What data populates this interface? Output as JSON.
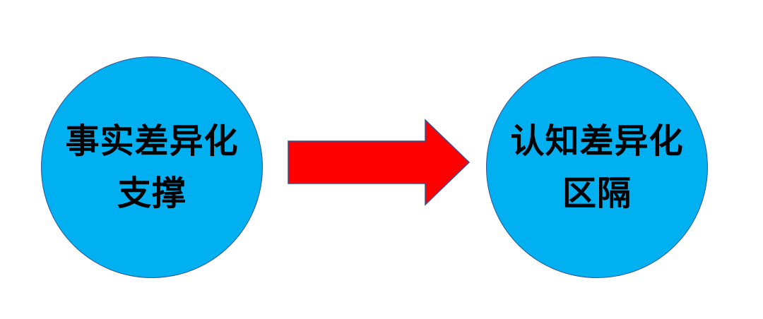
{
  "diagram": {
    "left_node": {
      "line1": "事实差异化",
      "line2": "支撑"
    },
    "right_node": {
      "line1": "认知差异化",
      "line2": "区隔"
    },
    "colors": {
      "node_fill": "#00b0f0",
      "node_border": "#2f5597",
      "arrow_fill": "#ff0000",
      "arrow_border": "#2f5597",
      "text": "#000000",
      "background": "#ffffff"
    }
  }
}
